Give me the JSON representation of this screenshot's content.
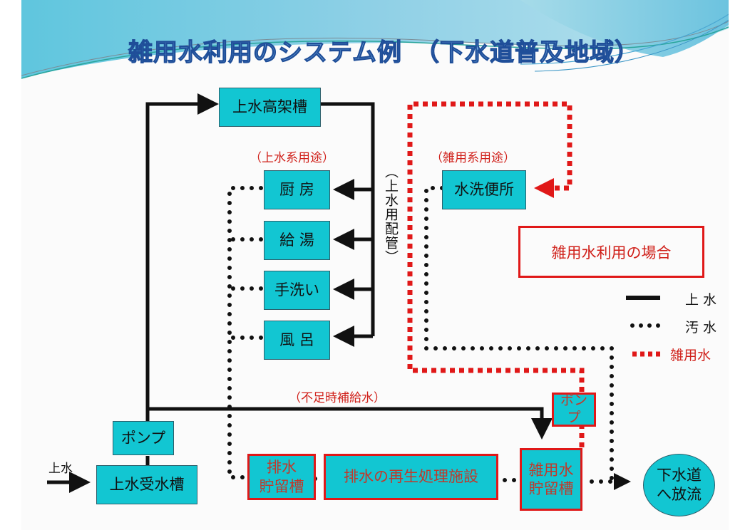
{
  "title": "雑用水利用のシステム例　（下水道普及地域）",
  "nodes": {
    "elevated_tank": "上水高架槽",
    "kitchen": "厨 房",
    "hot_water": "給 湯",
    "hand_wash": "手洗い",
    "bath": "風 呂",
    "flush_toilet": "水洗便所",
    "pump_main": "ポンプ",
    "receiving_tank": "上水受水槽",
    "wastewater_tank_line1": "排水",
    "wastewater_tank_line2": "貯留槽",
    "treatment_facility": "排水の再生処理施設",
    "greywater_tank_line1": "雑用水",
    "greywater_tank_line2": "貯留槽",
    "pump_grey": "ポンプ",
    "sewer_line1": "下水道",
    "sewer_line2": "へ放流"
  },
  "labels": {
    "potable_use": "（上水系用途）",
    "grey_use": "（雑用系用途）",
    "potable_piping": "（上水用配管）",
    "supplement": "（不足時補給水）",
    "inflow": "上水",
    "case": "雑用水利用の場合"
  },
  "legend": [
    {
      "style": "solid",
      "label": "上 水",
      "color": "#111111"
    },
    {
      "style": "dotted",
      "label": "汚 水",
      "color": "#111111"
    },
    {
      "style": "dashed",
      "label": "雑用水",
      "color": "#e01818"
    }
  ],
  "colors": {
    "box_fill": "#12c6d2",
    "potable_line": "#111111",
    "grey_line": "#e01818",
    "title_fill": "#6fa8dc",
    "title_stroke": "#1f4e99"
  }
}
